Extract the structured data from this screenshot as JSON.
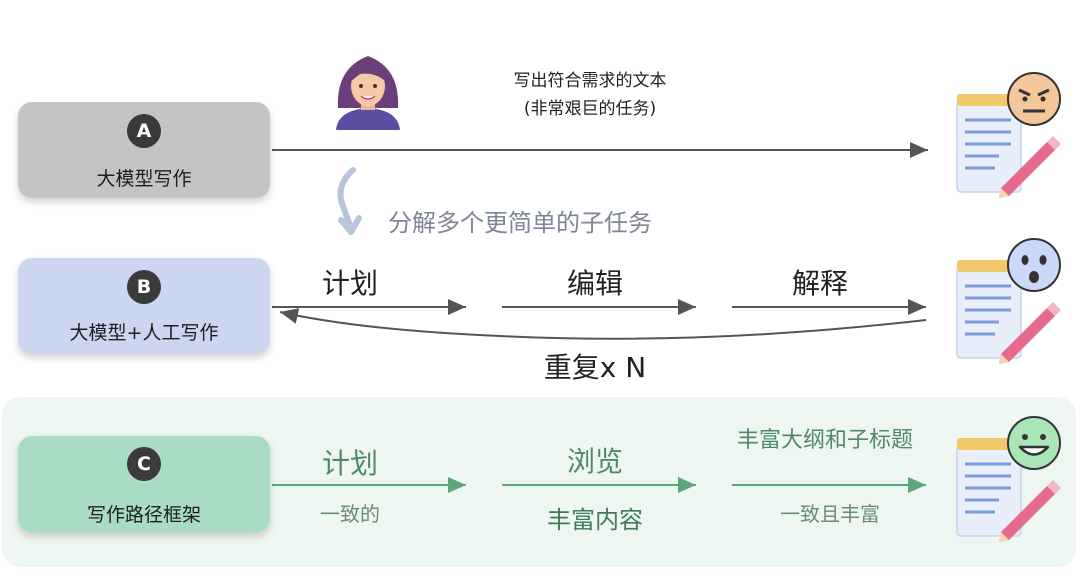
{
  "row_a": {
    "badge": "A",
    "label": "大模型写作",
    "task_line1": "写出符合需求的文本",
    "task_line2": "(非常艰巨的任务)"
  },
  "decompose": "分解多个更简单的子任务",
  "row_b": {
    "badge": "B",
    "label": "大模型+人工写作",
    "steps": [
      "计划",
      "编辑",
      "解释"
    ],
    "repeat": "重复x N"
  },
  "row_c": {
    "badge": "C",
    "label": "写作路径框架",
    "steps": [
      "计划",
      "浏览",
      "丰富大纲和子标题"
    ],
    "results": [
      "一致的",
      "丰富内容",
      "一致且丰富"
    ]
  },
  "colors": {
    "box_a": "#c4c4c4",
    "box_b": "#cdd6f1",
    "box_c": "#a8dcc3",
    "panel_c": "#eef6f1",
    "green_text": "#4f8a68",
    "green_arrow": "#5aa57c",
    "face_a": "#f3c69b",
    "face_b": "#c9d9f7",
    "face_c": "#a9e6b6"
  },
  "icons": [
    "woman-avatar-icon",
    "notepad-pencil-icon",
    "angry-face-icon",
    "surprised-face-icon",
    "happy-face-icon",
    "curved-down-arrow-icon"
  ]
}
